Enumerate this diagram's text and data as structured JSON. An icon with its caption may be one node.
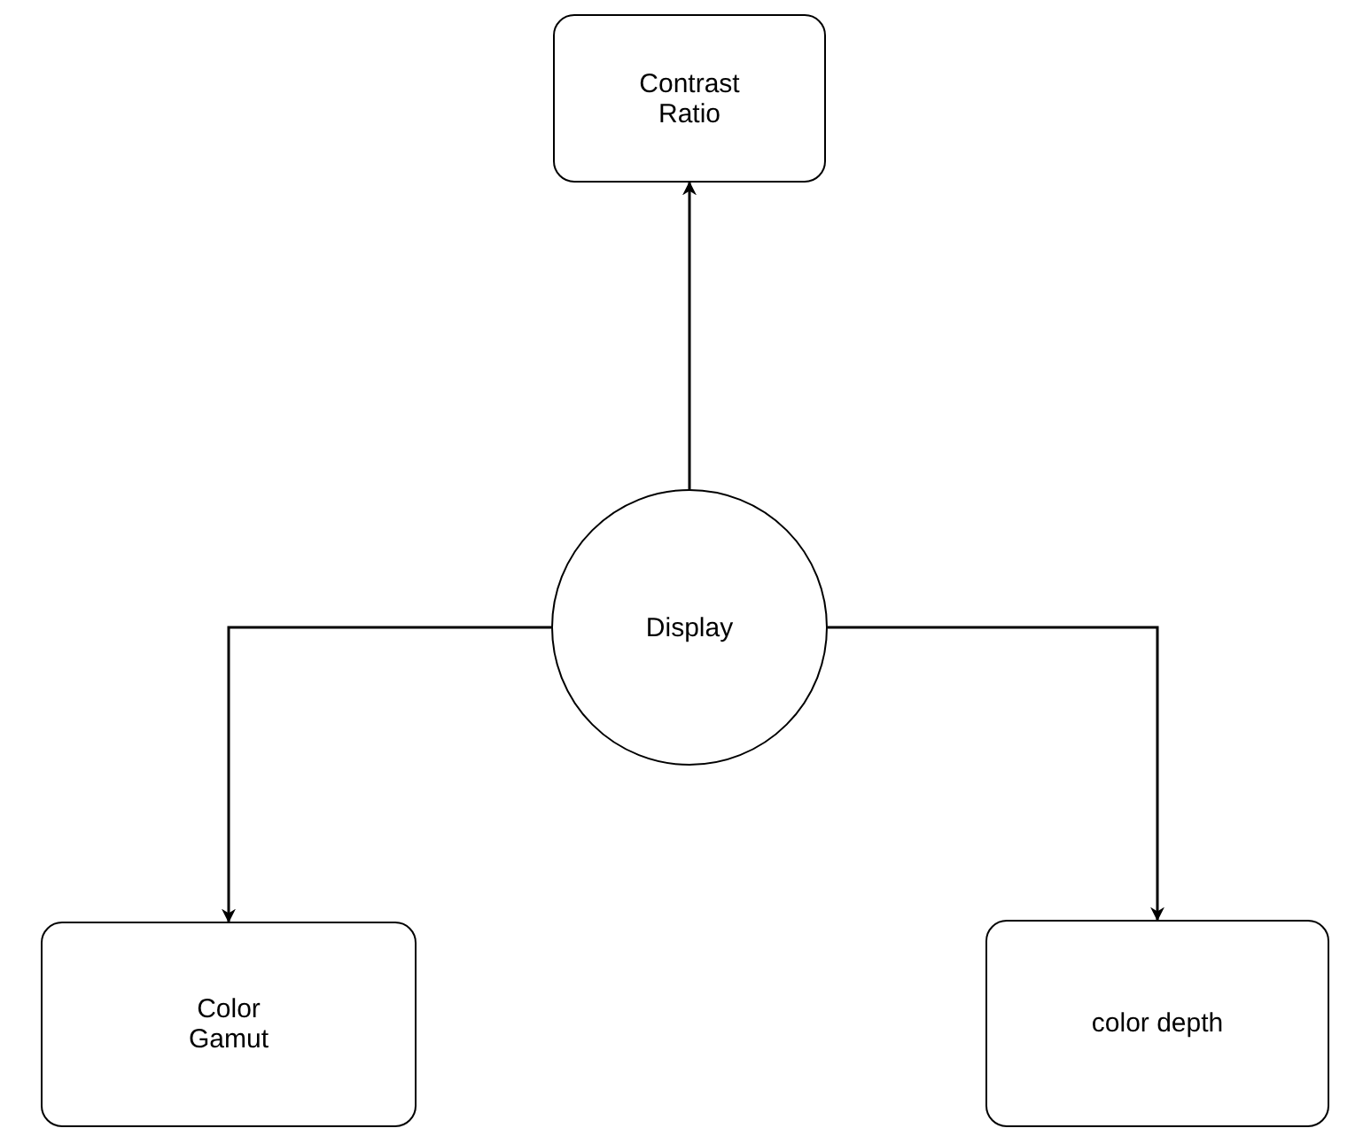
{
  "diagram": {
    "nodes": [
      {
        "text": [
          "Contrast Ratio"
        ]
      },
      {
        "text": [
          "Display"
        ]
      },
      {
        "text": [
          "Color Gamut"
        ]
      },
      {
        "text": [
          "color depth"
        ]
      }
    ],
    "edges": [
      {
        "from": 1,
        "to": 0,
        "arrow": "to"
      },
      {
        "from": 1,
        "to": 2,
        "arrow": "to"
      },
      {
        "from": 1,
        "to": 3,
        "arrow": "to"
      }
    ]
  }
}
